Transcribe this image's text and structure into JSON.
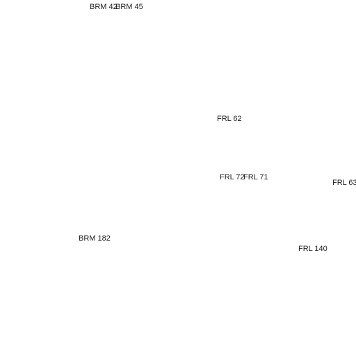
{
  "map": {
    "labels": [
      "BRM 42",
      "BRM 45",
      "FRL 62",
      "FRL 72",
      "FRL 71",
      "FRL 63",
      "BRM 182",
      "FRL 140"
    ]
  }
}
